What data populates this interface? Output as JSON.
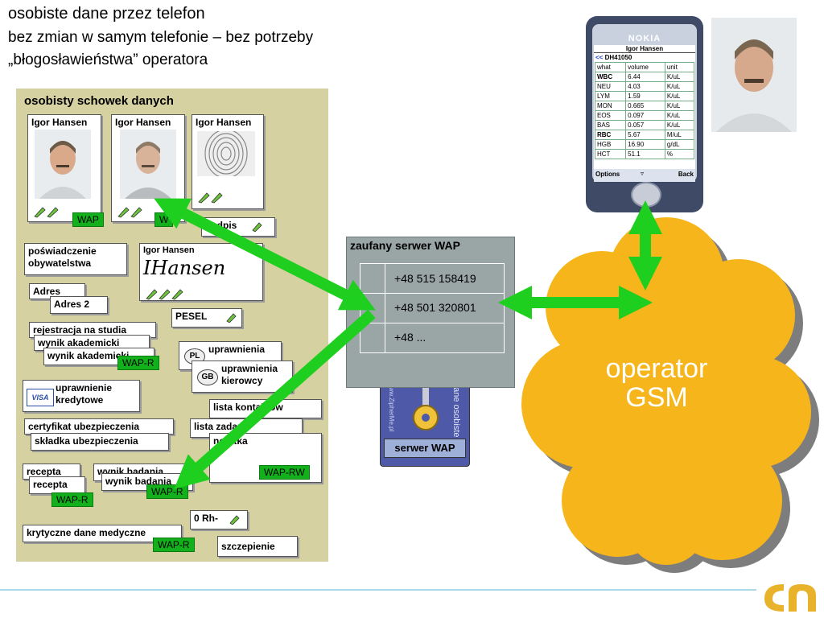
{
  "header": {
    "line1": "osobiste dane przez telefon",
    "line2": "bez zmian w samym telefonie – bez potrzeby",
    "line3": "„błogosławieństwa” operatora"
  },
  "panel": {
    "title": "osobisty schowek danych",
    "id_cards": [
      {
        "name": "Igor Hansen"
      },
      {
        "name": "Igor Hansen"
      },
      {
        "name": "Igor Hansen"
      }
    ],
    "tags": {
      "wap": "WAP",
      "wap2": "W",
      "wap_r_1": "WAP-R",
      "wap_rw": "WAP-RW",
      "wap_r_2": "WAP-R",
      "wap_r_3": "WAP-R",
      "wap_r_4": "WAP-R"
    },
    "cards": {
      "podpis": "podpis",
      "poswiadczenie": "poświadczenie obywatelstwa",
      "signature_name": "Igor Hansen",
      "signature_script": "IHansen",
      "adres": "Adres",
      "adres2": "Adres 2",
      "pesel": "PESEL",
      "rejestracja": "rejestracja na studia",
      "wynik_akad_1": "wynik akademicki",
      "wynik_akad_2": "wynik akademicki",
      "pl_badge": "PL",
      "uprawnienia_1": "uprawnienia",
      "gb_badge": "GB",
      "uprawnienia_2": "uprawnienia kierowcy",
      "visa": "VISA",
      "kredytowe": "uprawnienie kredytowe",
      "lista_1": "lista kontaktów",
      "lista_2": "lista zadań",
      "notatka": "notatka",
      "certyfikat": "certyfikat ubezpieczenia",
      "skladka": "składka ubezpieczenia",
      "recepta_1": "recepta",
      "recepta_2": "recepta",
      "wynik_badania_1": "wynik badania",
      "wynik_badania_2": "wynik badania",
      "rh": "0 Rh-",
      "krytyczne": "krytyczne dane medyczne",
      "szczepienie": "szczepienie"
    }
  },
  "server": {
    "title": "zaufany serwer WAP",
    "numbers": [
      "+48 515 158419",
      "+48 501 320801",
      "+48 ..."
    ],
    "device_label": "serwer WAP",
    "device_side_text": "dane osobiste",
    "device_url": "www.ZipherMe.pl"
  },
  "cloud": {
    "line1": "operator",
    "line2": "GSM"
  },
  "phone": {
    "brand": "NOKIA",
    "owner": "Igor Hansen",
    "nav_back": "<<",
    "record_id": "DH41050",
    "headers": [
      "what",
      "volume",
      "unit"
    ],
    "rows": [
      [
        "WBC",
        "6.44",
        "K/uL"
      ],
      [
        "NEU",
        "4.03",
        "K/uL"
      ],
      [
        "LYM",
        "1.59",
        "K/uL"
      ],
      [
        "MON",
        "0.665",
        "K/uL"
      ],
      [
        "EOS",
        "0.097",
        "K/uL"
      ],
      [
        "BAS",
        "0.057",
        "K/uL"
      ],
      [
        "RBC",
        "5.67",
        "M/uL"
      ],
      [
        "HGB",
        "16.90",
        "g/dL"
      ],
      [
        "HCT",
        "51.1",
        "%"
      ]
    ],
    "softkey_left": "Options",
    "softkey_right": "Back"
  },
  "colors": {
    "arrow": "#1fcf1f",
    "cloud": "#f5b51b",
    "panel": "#d6d1a1",
    "tag": "#12b01a"
  }
}
